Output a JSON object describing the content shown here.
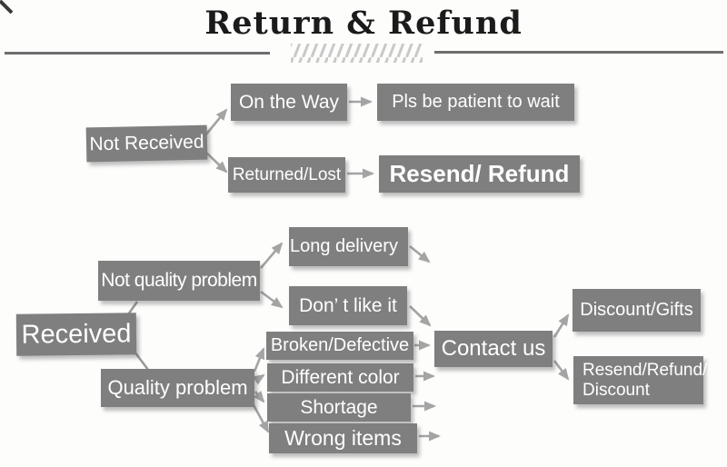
{
  "title": "Return & Refund",
  "colors": {
    "box_gray": "#7f7f7f",
    "text_white": "#ffffff",
    "arrow_gray": "#a4a4a4",
    "divider_gray": "#6e6e6e",
    "hatch_gray": "#c9c9c9",
    "title_black": "#1b1b1b"
  },
  "flow": {
    "not_received": "Not Received",
    "on_the_way": "On the Way",
    "pls_wait": "Pls be patient to wait",
    "returned_lost": "Returned/Lost",
    "resend_refund": "Resend/ Refund",
    "received": "Received",
    "not_quality_problem": "Not quality problem",
    "quality_problem": "Quality problem",
    "long_delivery": "Long delivery",
    "dont_like_it": "Don’ t like it",
    "broken_defective": "Broken/Defective",
    "different_color": "Different color",
    "shortage": "Shortage",
    "wrong_items": "Wrong items",
    "contact_us": "Contact us",
    "discount_gifts": "Discount/Gifts",
    "resend_refund_discount_line1": "Resend/Refund/",
    "resend_refund_discount_line2": "Discount"
  }
}
